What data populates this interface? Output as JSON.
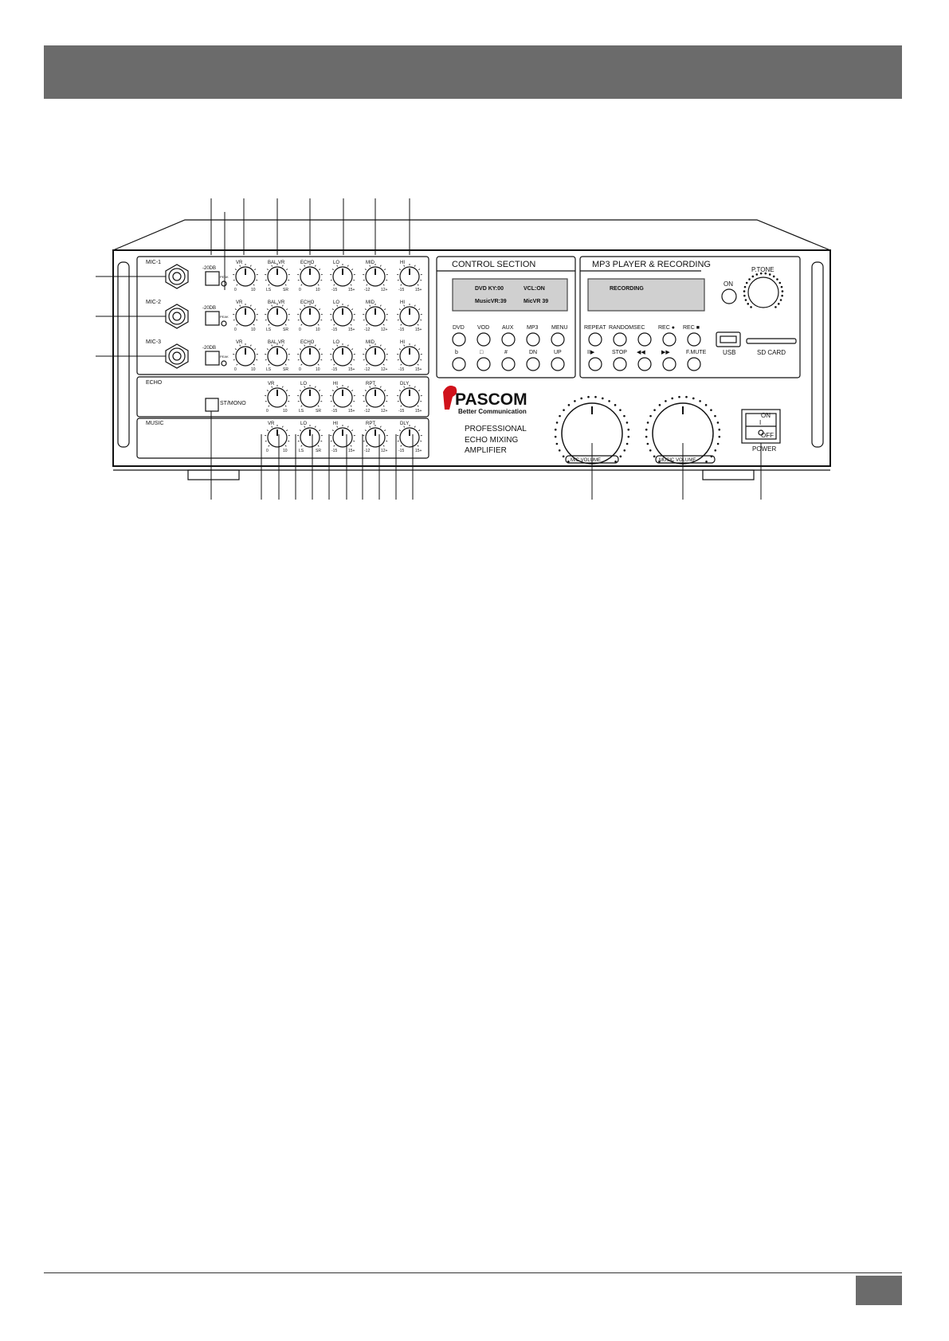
{
  "panel": {
    "mic_labels": [
      "MIC-1",
      "MIC-2",
      "MIC-3"
    ],
    "echo_label": "ECHO",
    "music_label": "MUSIC",
    "pad_label": "-20DB",
    "peak_label": "PEAK",
    "mic_knob_labels": [
      "VR",
      "BAL.VR",
      "ECHO",
      "LO",
      "MID",
      "HI"
    ],
    "mic_knob_scales": [
      [
        "0",
        "10"
      ],
      [
        "LS",
        "SR"
      ],
      [
        "0",
        "10"
      ],
      [
        "-15",
        "15+"
      ],
      [
        "-12",
        "12+"
      ],
      [
        "-15",
        "15+"
      ]
    ],
    "echo_knob_labels": [
      "VR",
      "LO",
      "HI",
      "RPT",
      "DLY"
    ],
    "echo_knob_scales": [
      [
        "0",
        "10"
      ],
      [
        "LS",
        "SR"
      ],
      [
        "-15",
        "15+"
      ],
      [
        "-12",
        "12+"
      ],
      [
        "-15",
        "15+"
      ]
    ],
    "stmono_label": "ST/MONO",
    "control_section": {
      "title": "CONTROL  SECTION",
      "display_lines": [
        [
          "DVD  KY:00",
          "VCL:ON"
        ],
        [
          "MusicVR:39",
          "MicVR 39"
        ]
      ],
      "button_labels_top": [
        "DVD",
        "VOD",
        "AUX",
        "MP3",
        "MENU"
      ],
      "button_labels_bottom": [
        "b",
        "□",
        "#",
        "DN",
        "UP"
      ]
    },
    "mp3_section": {
      "title": "MP3 PLAYER & RECORDING",
      "display_text": "RECORDING",
      "on_label": "ON",
      "ptone_label": "P.TONE",
      "button_labels_top": [
        "REPEAT",
        "RANDOM",
        "SEC",
        "REC ●",
        "REC ■"
      ],
      "button_labels_bottom": [
        "II▶",
        "STOP",
        "◀◀",
        "▶▶",
        "F.MUTE"
      ],
      "usb_label": "USB",
      "sdcard_label": "SD CARD"
    },
    "brand": {
      "name": "PASCOM",
      "tagline": "Better Communication",
      "model_lines": [
        "PROFESSIONAL",
        "ECHO MIXING",
        "AMPLIFIER"
      ]
    },
    "mic_volume_label": "MIC   VOLUME",
    "music_volume_label": "MUSIC   VOLUME",
    "power": {
      "label": "POWER",
      "on": "ON",
      "off": "OFF",
      "symbol": "I"
    }
  },
  "colors": {
    "header_bar": "#6b6b6b",
    "display_lcd": "#d0d0d0",
    "ink": "#111111",
    "brand_red": "#d0121b"
  }
}
